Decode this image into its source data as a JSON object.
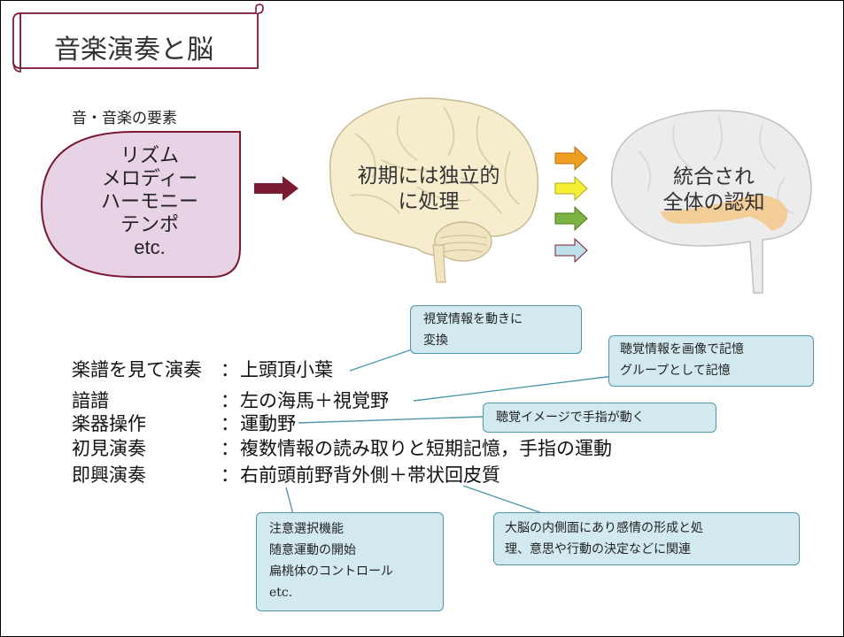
{
  "title": "音楽演奏と脳",
  "elements": {
    "heading": "音・音楽の要素",
    "items": [
      "リズム",
      "メロディー",
      "ハーモニー",
      "テンポ",
      "etc."
    ]
  },
  "brain_left": {
    "lines": [
      "初期には独立的",
      "に処理"
    ]
  },
  "brain_right": {
    "lines": [
      "統合され",
      "全体の認知"
    ]
  },
  "arrow_colors": [
    "#f0a020",
    "#f5f035",
    "#7cb342",
    "#bfe0ea"
  ],
  "colors": {
    "accent": "#7b1a33",
    "element_fill": "#e8d3e6",
    "callout_fill": "#d2e9f0",
    "callout_border": "#4f97a9"
  },
  "rows": [
    {
      "label": "楽譜を見て演奏",
      "sep": "：",
      "value": "上頭頂小葉"
    },
    {
      "label": "諳譜",
      "sep": "：",
      "value": "左の海馬＋視覚野"
    },
    {
      "label": "楽器操作",
      "sep": "：",
      "value": "運動野"
    },
    {
      "label": "初見演奏",
      "sep": "：",
      "value": "複数情報の読み取りと短期記憶，手指の運動"
    },
    {
      "label": "即興演奏",
      "sep": "：",
      "value": "右前頭前野背外側＋帯状回皮質"
    }
  ],
  "callouts": {
    "visual_motion": [
      "視覚情報を動きに",
      "変換"
    ],
    "auditory_image": [
      "聴覚情報を画像で記憶",
      "グループとして記憶"
    ],
    "auditory_hand": [
      "聴覚イメージで手指が動く"
    ],
    "attention": [
      "注意選択機能",
      "随意運動の開始",
      "扁桃体のコントロール",
      "etc."
    ],
    "limbic": [
      "大脳の内側面にあり感情の形成と処",
      "理、意思や行動の決定などに関連"
    ]
  }
}
